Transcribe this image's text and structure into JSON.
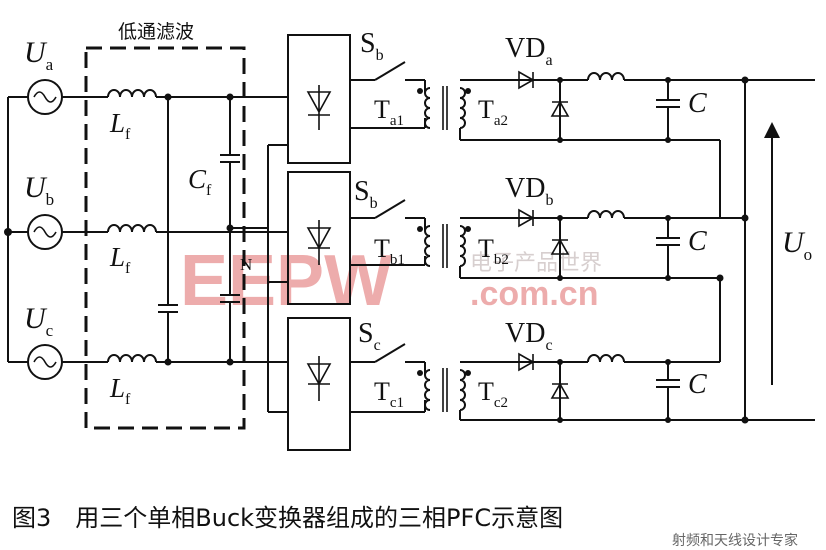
{
  "filter_label": "低通滤波",
  "sources": [
    {
      "main": "U",
      "sub": "a"
    },
    {
      "main": "U",
      "sub": "b"
    },
    {
      "main": "U",
      "sub": "c"
    }
  ],
  "inductor_label": {
    "main": "L",
    "sub": "f"
  },
  "capacitor_label": {
    "main": "C",
    "sub": "f"
  },
  "neutral_label": "N",
  "switches": [
    {
      "main": "S",
      "sub": "b"
    },
    {
      "main": "S",
      "sub": "b"
    },
    {
      "main": "S",
      "sub": "c"
    }
  ],
  "transformers": [
    {
      "prim": "T",
      "prim_sub": "a1",
      "sec": "T",
      "sec_sub": "a2"
    },
    {
      "prim": "T",
      "prim_sub": "b1",
      "sec": "T",
      "sec_sub": "b2"
    },
    {
      "prim": "T",
      "prim_sub": "c1",
      "sec": "T",
      "sec_sub": "c2"
    }
  ],
  "diodes": [
    {
      "main": "VD",
      "sub": "a"
    },
    {
      "main": "VD",
      "sub": "b"
    },
    {
      "main": "VD",
      "sub": "c"
    }
  ],
  "output_cap_label": "C",
  "output_voltage": {
    "main": "U",
    "sub": "o"
  },
  "watermark": {
    "brand": "EEPW",
    "domain": ".com.cn",
    "slogan": "电子产品世界"
  },
  "caption": "图3　用三个单相Buck变换器组成的三相PFC示意图",
  "footer_watermark": "射频和天线设计专家"
}
